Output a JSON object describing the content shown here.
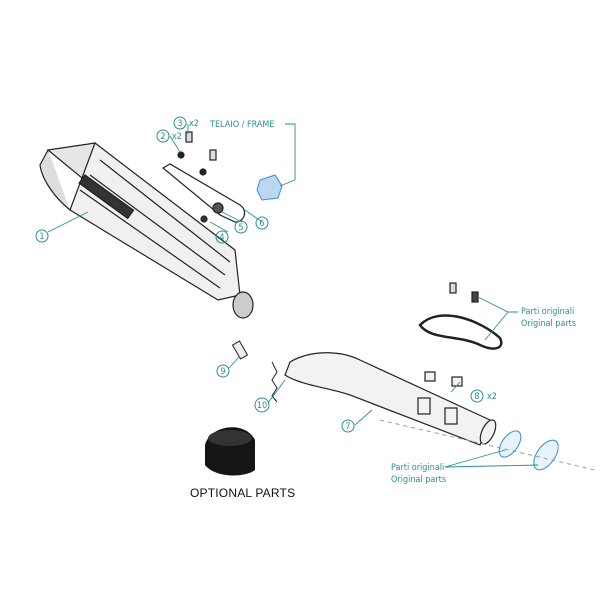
{
  "callouts": {
    "n1": "1",
    "n2": "2",
    "n3": "3",
    "n4": "4",
    "n5": "5",
    "n6": "6",
    "n7": "7",
    "n8": "8",
    "n9": "9",
    "n10": "10",
    "qty": "x2"
  },
  "frame_label": "TELAIO / FRAME",
  "original_parts_it": "Parti originali",
  "original_parts_en": "Original parts",
  "optional_parts": "OPTIONAL PARTS",
  "colors": {
    "callout": "#2a8f92",
    "original_part": "#3a8fd8"
  }
}
